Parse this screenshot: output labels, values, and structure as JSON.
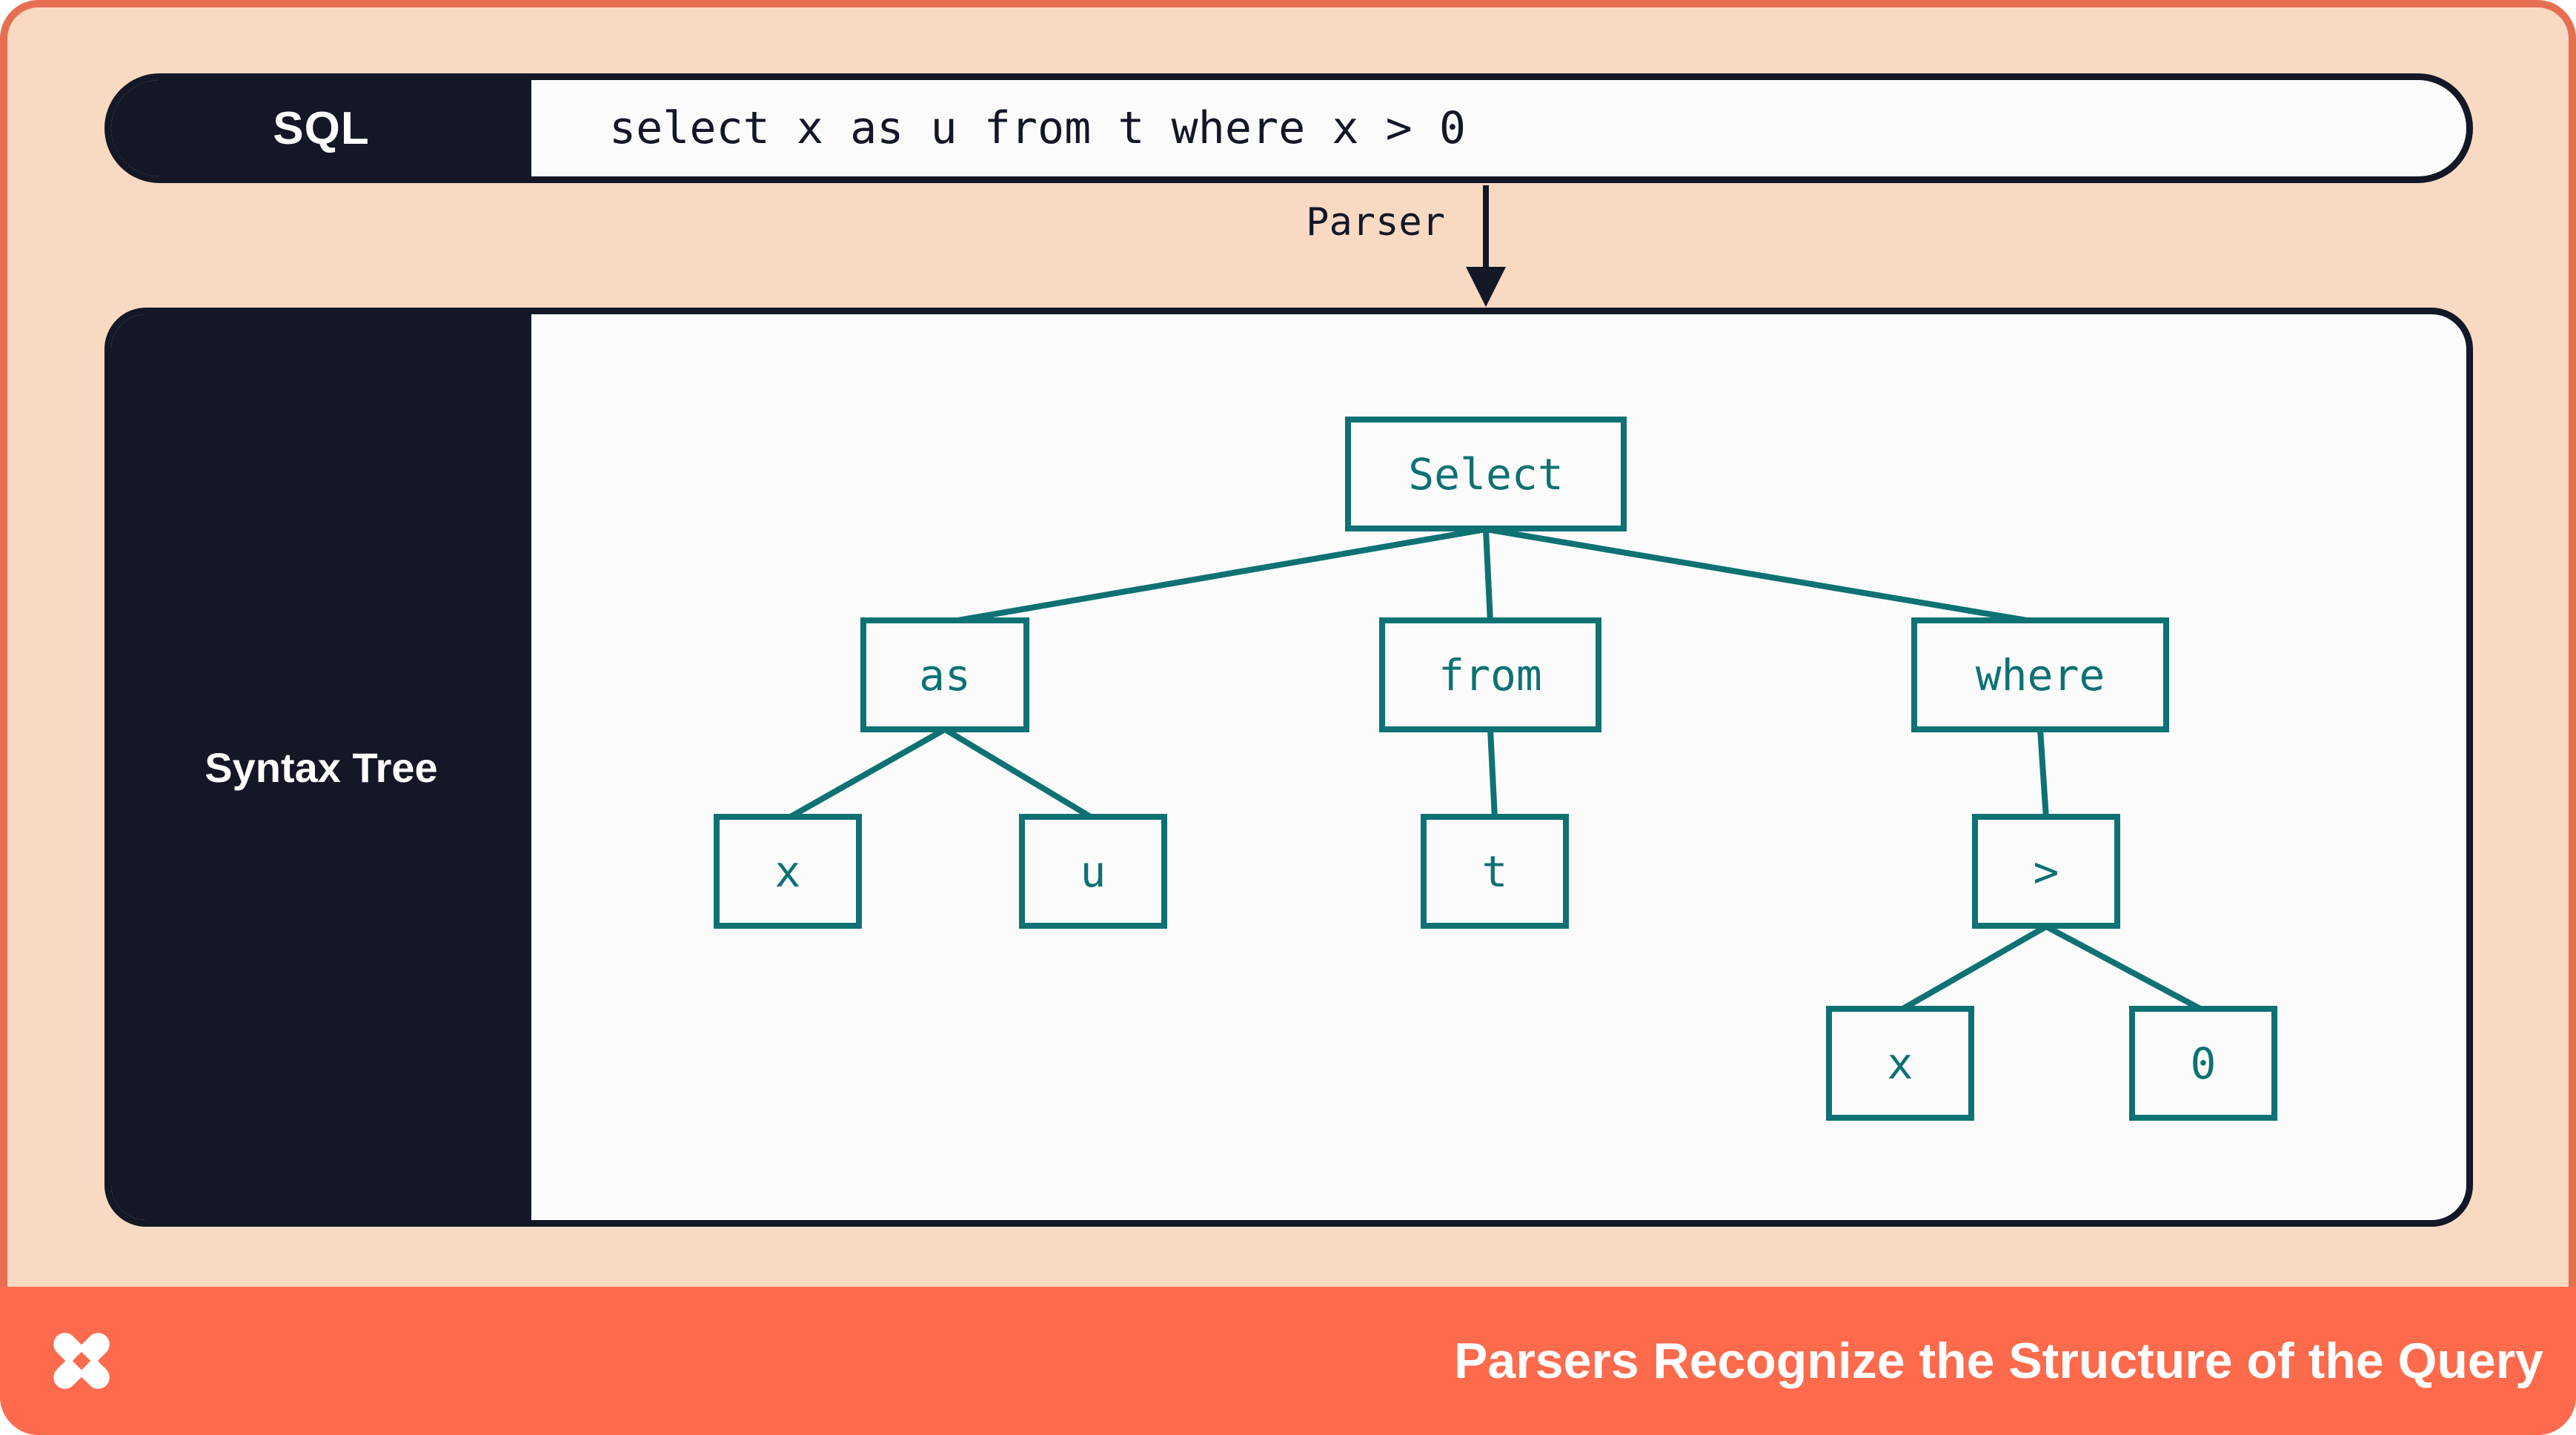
{
  "colors": {
    "background_peach": "#F8D9C2",
    "frame_coral": "#E66F51",
    "footer_coral": "#FD6A4C",
    "navy": "#131726",
    "teal": "#0E7173",
    "surface_white": "#FBFBFC"
  },
  "sql_bar": {
    "label": "SQL",
    "query": "select x as u from t where x > 0"
  },
  "parser": {
    "label": "Parser"
  },
  "syntax_panel": {
    "label": "Syntax Tree"
  },
  "tree": {
    "nodes": [
      {
        "id": "select",
        "label": "Select"
      },
      {
        "id": "as",
        "label": "as"
      },
      {
        "id": "from",
        "label": "from"
      },
      {
        "id": "where",
        "label": "where"
      },
      {
        "id": "x-alias-source",
        "label": "x"
      },
      {
        "id": "u-alias-target",
        "label": "u"
      },
      {
        "id": "t-table",
        "label": "t"
      },
      {
        "id": "greater-than",
        "label": ">"
      },
      {
        "id": "x-operand",
        "label": "x"
      },
      {
        "id": "zero-operand",
        "label": "0"
      }
    ],
    "edges": [
      [
        "select",
        "as"
      ],
      [
        "select",
        "from"
      ],
      [
        "select",
        "where"
      ],
      [
        "as",
        "x-alias-source"
      ],
      [
        "as",
        "u-alias-target"
      ],
      [
        "from",
        "t-table"
      ],
      [
        "where",
        "greater-than"
      ],
      [
        "greater-than",
        "x-operand"
      ],
      [
        "greater-than",
        "zero-operand"
      ]
    ]
  },
  "footer": {
    "title": "Parsers Recognize the Structure of the Query",
    "logo": "dolt-logo"
  }
}
